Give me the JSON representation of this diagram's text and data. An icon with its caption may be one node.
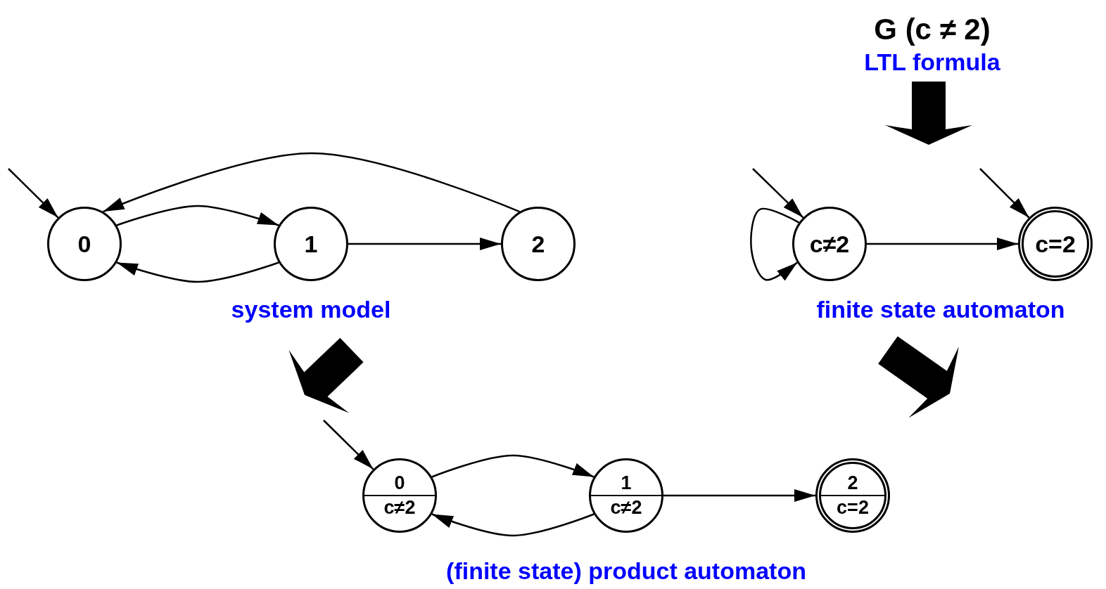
{
  "diagram": {
    "nodes": [
      {
        "text": [
          "0"
        ]
      },
      {
        "text": [
          "1"
        ]
      },
      {
        "text": [
          "2"
        ]
      },
      {
        "text": [
          "c≠2"
        ]
      },
      {
        "text": [
          "c=2"
        ]
      },
      {
        "text": [
          "0",
          "c≠2"
        ]
      },
      {
        "text": [
          "1",
          "c≠2"
        ]
      },
      {
        "text": [
          "2",
          "c=2"
        ]
      },
      {
        "text": [
          "G (c ≠ 2)",
          "LTL formula"
        ]
      },
      {
        "text": [
          "system model"
        ]
      },
      {
        "text": [
          "finite state automaton"
        ]
      },
      {
        "text": [
          "(finite state) product automaton"
        ]
      }
    ],
    "edges": [
      {
        "from": null,
        "to": 0,
        "arrow": "to"
      },
      {
        "from": 0,
        "to": 1,
        "arrow": "to"
      },
      {
        "from": 1,
        "to": 0,
        "arrow": "to"
      },
      {
        "from": 1,
        "to": 2,
        "arrow": "to"
      },
      {
        "from": 2,
        "to": 0,
        "arrow": "to"
      },
      {
        "from": null,
        "to": 3,
        "arrow": "to"
      },
      {
        "from": 3,
        "to": 3,
        "arrow": "to"
      },
      {
        "from": 3,
        "to": 4,
        "arrow": "to"
      },
      {
        "from": null,
        "to": 4,
        "arrow": "to"
      },
      {
        "from": null,
        "to": 5,
        "arrow": "to"
      },
      {
        "from": 5,
        "to": 6,
        "arrow": "to"
      },
      {
        "from": 6,
        "to": 5,
        "arrow": "to"
      },
      {
        "from": 6,
        "to": 7,
        "arrow": "to"
      },
      {
        "from": 8,
        "to": null,
        "arrow": "to",
        "style": "thick"
      },
      {
        "from": 9,
        "to": null,
        "arrow": "to",
        "style": "thick"
      },
      {
        "from": 10,
        "to": null,
        "arrow": "to",
        "style": "thick"
      }
    ]
  }
}
